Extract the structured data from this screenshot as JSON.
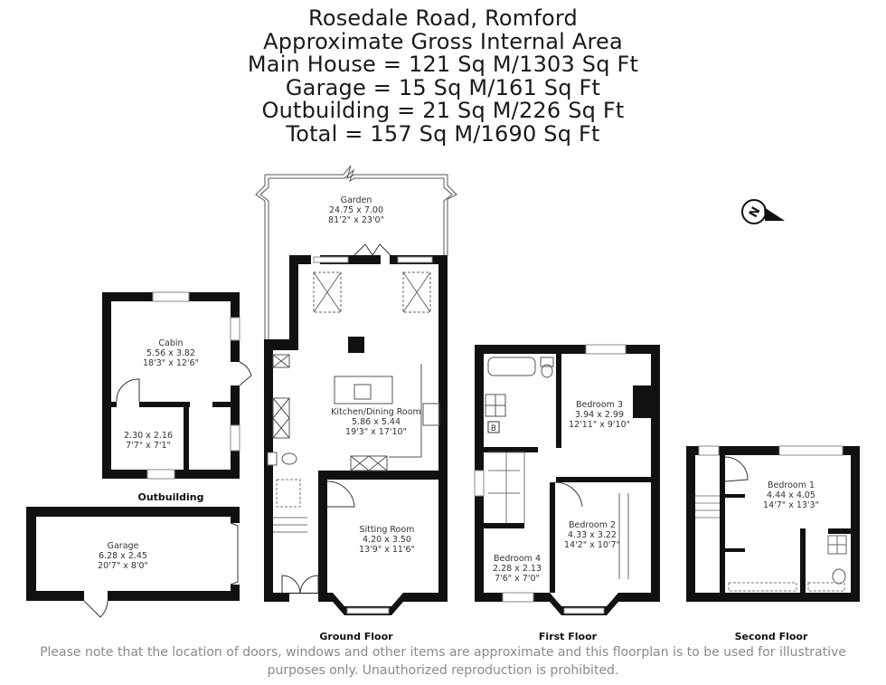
{
  "header": {
    "line1": "Rosedale Road, Romford",
    "line2": "Approximate Gross Internal Area",
    "line3": "Main House = 121 Sq M/1303 Sq Ft",
    "line4": "Garage = 15 Sq M/161 Sq Ft",
    "line5": "Outbuilding = 21 Sq M/226 Sq Ft",
    "line6": "Total = 157 Sq M/1690 Sq Ft"
  },
  "compass": {
    "icon": "north-arrow-icon",
    "letter": "N"
  },
  "rooms": {
    "garden": {
      "name": "Garden",
      "metric": "24.75 x 7.00",
      "imperial": "81'2\" x 23'0\""
    },
    "cabin": {
      "name": "Cabin",
      "metric": "5.56 x 3.82",
      "imperial": "18'3\" x 12'6\""
    },
    "cabin_store": {
      "metric": "2.30 x 2.16",
      "imperial": "7'7\" x 7'1\""
    },
    "garage": {
      "name": "Garage",
      "metric": "6.28 x 2.45",
      "imperial": "20'7\" x 8'0\""
    },
    "kitchen": {
      "name": "Kitchen/Dining Room",
      "metric": "5.86 x 5.44",
      "imperial": "19'3\" x 17'10\""
    },
    "sitting": {
      "name": "Sitting Room",
      "metric": "4.20 x 3.50",
      "imperial": "13'9\" x 11'6\""
    },
    "bedroom3": {
      "name": "Bedroom 3",
      "metric": "3.94 x 2.99",
      "imperial": "12'11\" x 9'10\""
    },
    "bedroom2": {
      "name": "Bedroom 2",
      "metric": "4.33 x 3.22",
      "imperial": "14'2\" x 10'7\""
    },
    "bedroom4": {
      "name": "Bedroom 4",
      "metric": "2.28 x 2.13",
      "imperial": "7'6\" x 7'0\""
    },
    "bedroom1": {
      "name": "Bedroom 1",
      "metric": "4.44 x 4.05",
      "imperial": "14'7\" x 13'3\""
    }
  },
  "boiler_label": "B",
  "floors": {
    "outbuilding": "Outbuilding",
    "ground": "Ground Floor",
    "first": "First Floor",
    "second": "Second Floor"
  },
  "disclaimer": {
    "line1": "Please note that the location of doors, windows and other items are approximate and this floorplan is to be used for illustrative",
    "line2": "purposes only. Unauthorized reproduction is prohibited."
  }
}
